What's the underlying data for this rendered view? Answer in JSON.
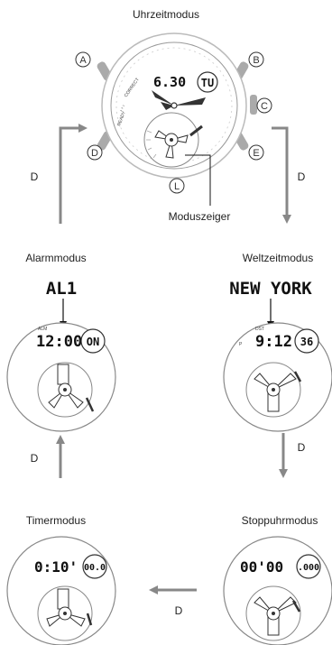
{
  "titles": {
    "top": "Uhrzeitmodus",
    "alarm": "Alarmmodus",
    "world": "Weltzeitmodus",
    "timer": "Timermodus",
    "stopwatch": "Stoppuhrmodus"
  },
  "pointer_label": "Moduszeiger",
  "arrow_label": "D",
  "buttons": {
    "a": "A",
    "b": "B",
    "c": "C",
    "d": "D",
    "e": "E",
    "l": "L"
  },
  "main_watch": {
    "time": "6.30",
    "day": "TU",
    "bezel_1": "READY",
    "bezel_2": "CORRECT"
  },
  "alarm_watch": {
    "big": "AL1",
    "small_label": "ALM",
    "time": "12:00",
    "badge": "ON"
  },
  "world_watch": {
    "big": "NEW YORK",
    "small_label": "DST",
    "p_mark": "P",
    "time": "9:12",
    "badge": "36"
  },
  "timer_watch": {
    "time": "0:10'",
    "badge": "00.0"
  },
  "stopwatch_watch": {
    "time": "00'00",
    "badge": ".000"
  }
}
